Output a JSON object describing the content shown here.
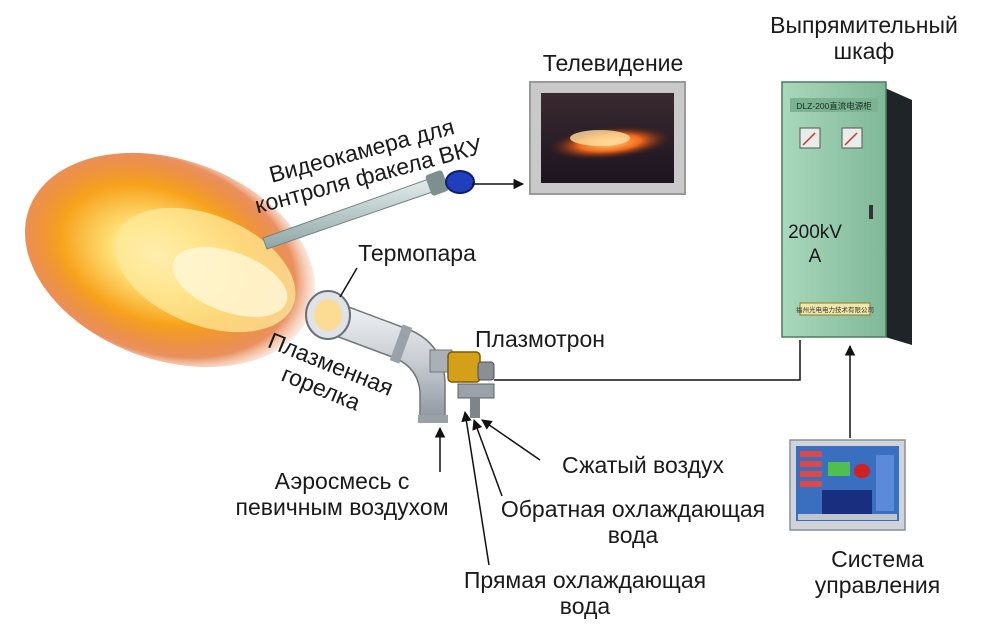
{
  "labels": {
    "television": "Телевидение",
    "rectifier_line1": "Выпрямительный",
    "rectifier_line2": "шкаф",
    "camera_line1": "Видеокамера для",
    "camera_line2": "контроля факела ВКУ",
    "thermocouple": "Термопара",
    "plasmatron": "Плазмотрон",
    "burner_line1": "Плазменная",
    "burner_line2": "горелка",
    "compressed_air": "Сжатый воздух",
    "return_water_line1": "Обратная охлаждающая",
    "return_water_line2": "вода",
    "aeromix_line1": "Аэросмесь с",
    "aeromix_line2": "певичным воздухом",
    "direct_water_line1": "Прямая охлаждающая",
    "direct_water_line2": "вода",
    "control_line1": "Система",
    "control_line2": "управления"
  },
  "cabinet": {
    "model": "DLZ-200直流电源柜",
    "rating_line1": "200kV",
    "rating_line2": "A",
    "maker": "福州光电电力技术有限公司"
  },
  "colors": {
    "cabinet": "#8fc7a8",
    "flame": "#f7a21b",
    "plasmatron": "#d4a017",
    "camera_cap": "#1f3fbf",
    "screen_bg": "#2a2a3a",
    "control_panel": "#3a6fc0"
  }
}
